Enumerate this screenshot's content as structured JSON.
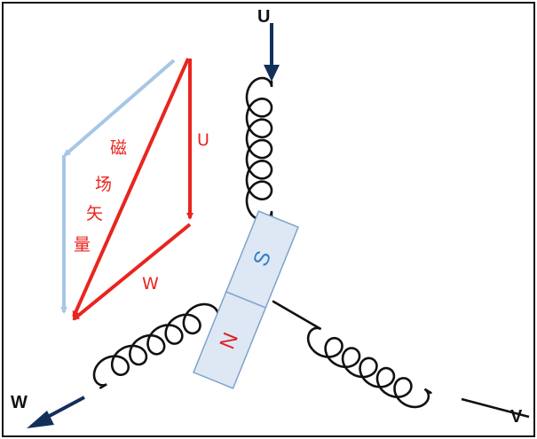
{
  "terminals": {
    "u": "U",
    "v": "V",
    "w": "W"
  },
  "vector_labels": {
    "u": "U",
    "w": "W",
    "field": [
      "磁",
      "场",
      "矢",
      "量"
    ]
  },
  "magnet": {
    "south": "S",
    "north": "N"
  },
  "colors": {
    "border": "#111111",
    "wire": "#111111",
    "terminal_arrow": "#13305a",
    "vector_red": "#e8251e",
    "vector_blue": "#a8c6e6",
    "magnet_fill": "#dde8f4",
    "magnet_edge": "#7fa3cc",
    "south_text": "#2f7fc9",
    "north_text": "#e02020"
  }
}
